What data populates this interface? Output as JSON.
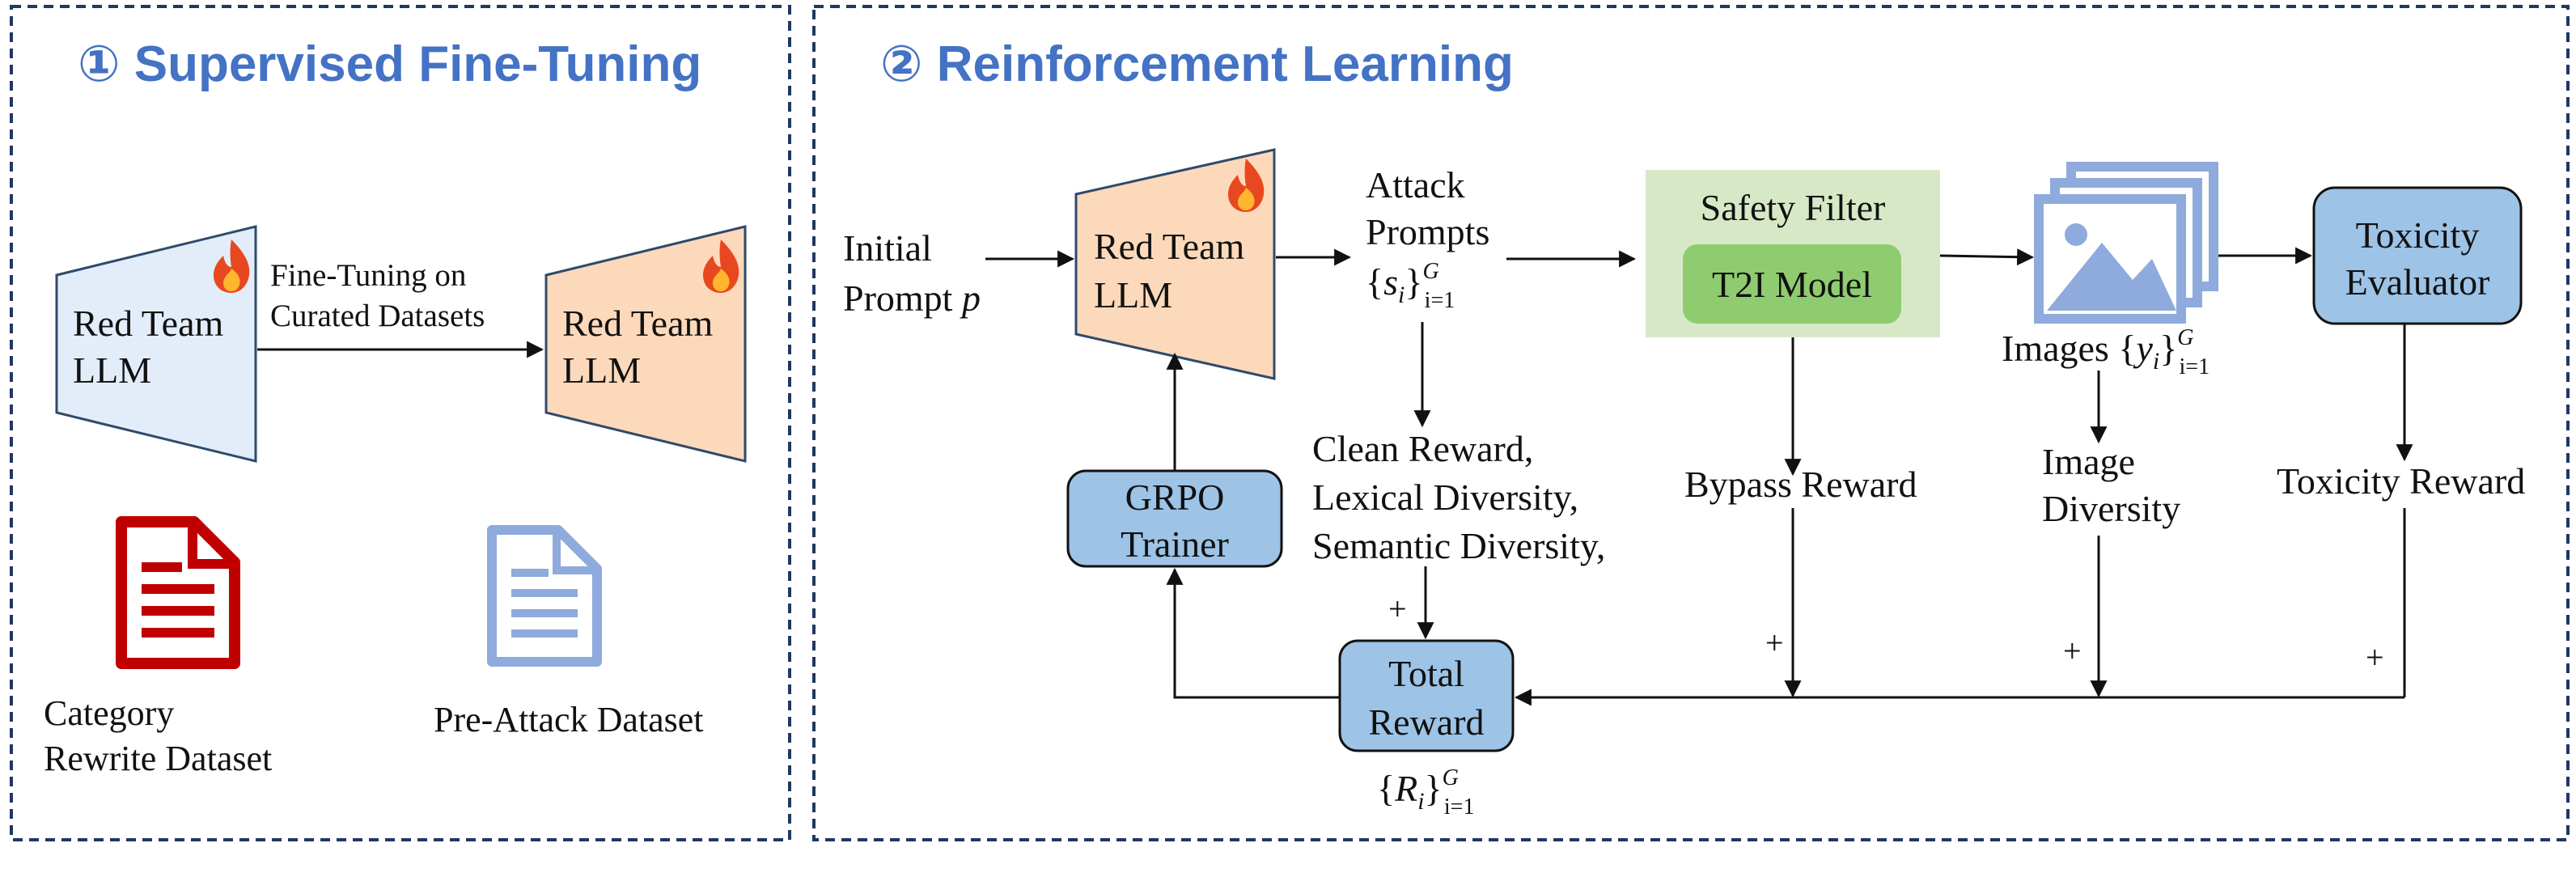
{
  "panel1": {
    "title": "① Supervised Fine-Tuning",
    "base_model": {
      "line1": "Red Team",
      "line2": "LLM"
    },
    "arrow_label": {
      "line1": "Fine-Tuning on",
      "line2": "Curated Datasets"
    },
    "tuned_model": {
      "line1": "Red Team",
      "line2": "LLM"
    },
    "dataset_category": {
      "line1": "Category",
      "line2": "Rewrite Dataset"
    },
    "dataset_preattack": "Pre-Attack Dataset"
  },
  "panel2": {
    "title": "② Reinforcement Learning",
    "initial_prompt": {
      "line1": "Initial",
      "line2": "Prompt",
      "var": "p"
    },
    "red_team": {
      "line1": "Red Team",
      "line2": "LLM"
    },
    "attack_prompts": {
      "line1": "Attack",
      "line2": "Prompts",
      "set_open": "{",
      "var": "s",
      "sub": "i",
      "set_close": "}",
      "sup": "G",
      "range": "i=1"
    },
    "safety_filter": "Safety Filter",
    "t2i_model": "T2I Model",
    "images": {
      "label": "Images",
      "set_open": "{",
      "var": "y",
      "sub": "i",
      "set_close": "}",
      "sup": "G",
      "range": "i=1"
    },
    "toxicity_evaluator": {
      "line1": "Toxicity",
      "line2": "Evaluator"
    },
    "clean_rewards": {
      "line1": "Clean Reward,",
      "line2": "Lexical Diversity,",
      "line3": "Semantic Diversity,"
    },
    "bypass_reward": "Bypass Reward",
    "image_diversity": {
      "line1": "Image",
      "line2": "Diversity"
    },
    "toxicity_reward": "Toxicity Reward",
    "grpo_trainer": {
      "line1": "GRPO",
      "line2": "Trainer"
    },
    "total_reward": {
      "line1": "Total",
      "line2": "Reward"
    },
    "total_reward_set": {
      "set_open": "{",
      "var": "R",
      "sub": "i",
      "set_close": "}",
      "sup": "G",
      "range": "i=1"
    },
    "plus_sign": "+"
  },
  "colors": {
    "title_blue": "#4472c4",
    "box_blue": "#9dc3e6",
    "llm_peach": "#fdd9bb",
    "llm_light": "#e3edf9",
    "filter_green": "#d7e8c7",
    "t2i_green": "#8fcc6f",
    "doc_red": "#c00000",
    "doc_blue": "#8faadc",
    "border_navy": "#1f3864"
  }
}
